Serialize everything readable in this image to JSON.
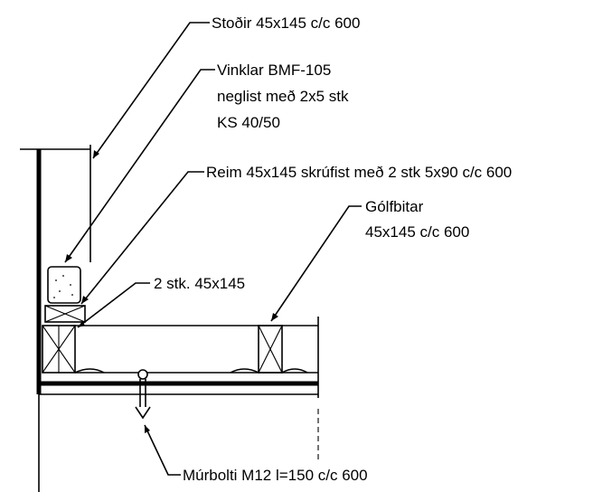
{
  "labels": {
    "studs": "Stoðir 45x145 c/c 600",
    "brackets_1": "Vinklar BMF-105",
    "brackets_2": "neglist með 2x5 stk",
    "brackets_3": "KS 40/50",
    "strap": "Reim 45x145 skrúfist með 2 stk 5x90 c/c 600",
    "joists_1": "Gólfbitar",
    "joists_2": "45x145 c/c 600",
    "double_plate": "2 stk. 45x145",
    "anchor_bolt": "Múrbolti M12 l=150 c/c 600"
  },
  "colors": {
    "line": "#000000",
    "background": "#ffffff",
    "hatch": "#555555"
  }
}
